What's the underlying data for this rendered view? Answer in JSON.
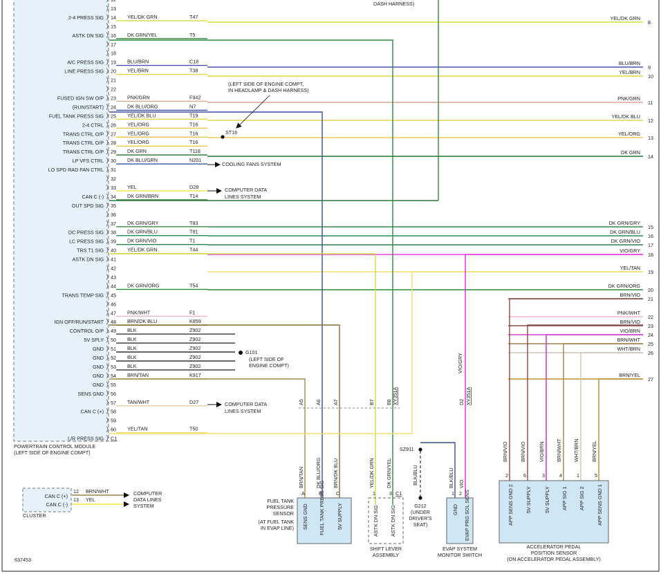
{
  "doc_id": "637453",
  "pcm": {
    "title": "POWERTRAIN CONTROL MODULE",
    "subtitle": "(LEFT SIDE OF ENGINE COMPT)",
    "top_note": "DASH HARNESS)"
  },
  "pcm_pins": [
    {
      "pin": "12",
      "sig": "",
      "color": "",
      "circuit": "",
      "wire": ""
    },
    {
      "pin": "13",
      "sig": "",
      "color": "",
      "circuit": "",
      "wire": ""
    },
    {
      "pin": "14",
      "sig": "2-4 PRESS SIG",
      "color": "YEL/DK GRN",
      "circuit": "T47",
      "wire": "#d4df3a"
    },
    {
      "pin": "15",
      "sig": "",
      "color": "",
      "circuit": "",
      "wire": ""
    },
    {
      "pin": "16",
      "sig": "ASTK DN SIG",
      "color": "DK GRN/YEL",
      "circuit": "T5",
      "wire": "#2e8a3c"
    },
    {
      "pin": "17",
      "sig": "",
      "color": "",
      "circuit": "",
      "wire": ""
    },
    {
      "pin": "18",
      "sig": "",
      "color": "",
      "circuit": "",
      "wire": ""
    },
    {
      "pin": "19",
      "sig": "A/C PRESS SIG",
      "color": "BLU/BRN",
      "circuit": "C18",
      "wire": "#4a4fb0"
    },
    {
      "pin": "20",
      "sig": "LINE PRESS SIG",
      "color": "YEL/BRN",
      "circuit": "T38",
      "wire": "#e8d640"
    },
    {
      "pin": "21",
      "sig": "",
      "color": "",
      "circuit": "",
      "wire": ""
    },
    {
      "pin": "22",
      "sig": "",
      "color": "",
      "circuit": "",
      "wire": ""
    },
    {
      "pin": "23",
      "sig": "FUSED IGN SW O/P",
      "color": "PNK/GRN",
      "circuit": "F942",
      "wire": "#d8a592"
    },
    {
      "pin": "24",
      "sig": "(RUN/START)",
      "color": "DK BLU/ORG",
      "circuit": "N7",
      "wire": "#3c4aa0"
    },
    {
      "pin": "25",
      "sig": "FUEL TANK PRESS SIG",
      "color": "YEL/DK BLU",
      "circuit": "T19",
      "wire": "#e0d94a"
    },
    {
      "pin": "26",
      "sig": "2-4 CTRL",
      "color": "YEL/ORG",
      "circuit": "T16",
      "wire": "#f2c94c"
    },
    {
      "pin": "27",
      "sig": "TRANS CTRL O/P",
      "color": "YEL/ORG",
      "circuit": "T16",
      "wire": "#f2c94c"
    },
    {
      "pin": "28",
      "sig": "TRANS CTRL O/P",
      "color": "YEL/ORG",
      "circuit": "T16",
      "wire": "#f2c94c"
    },
    {
      "pin": "29",
      "sig": "TRANS CTRL O/P",
      "color": "DK GRN",
      "circuit": "T118",
      "wire": "#1f7a2e"
    },
    {
      "pin": "30",
      "sig": "LP VFS CTRL",
      "color": "DK BLU/GRN",
      "circuit": "N201",
      "wire": "#2f5aa0"
    },
    {
      "pin": "31",
      "sig": "LO SPD RAD FAN CTRL",
      "color": "",
      "circuit": "",
      "wire": ""
    },
    {
      "pin": "32",
      "sig": "",
      "color": "",
      "circuit": "",
      "wire": ""
    },
    {
      "pin": "33",
      "sig": "",
      "color": "YEL",
      "circuit": "D28",
      "wire": "#f2e640"
    },
    {
      "pin": "34",
      "sig": "CAN C (-)",
      "color": "DK GRN/BRN",
      "circuit": "T14",
      "wire": "#2e7a36"
    },
    {
      "pin": "35",
      "sig": "OUT SPD SIG",
      "color": "",
      "circuit": "",
      "wire": ""
    },
    {
      "pin": "36",
      "sig": "",
      "color": "",
      "circuit": "",
      "wire": ""
    },
    {
      "pin": "37",
      "sig": "",
      "color": "DK GRN/GRY",
      "circuit": "T83",
      "wire": "#3a8a4a"
    },
    {
      "pin": "38",
      "sig": "DC PRESS SIG",
      "color": "DK GRN/BLU",
      "circuit": "T81",
      "wire": "#2a8a5a"
    },
    {
      "pin": "39",
      "sig": "LC PRESS SIG",
      "color": "DK GRN/VIO",
      "circuit": "T1",
      "wire": "#2e7a46"
    },
    {
      "pin": "40",
      "sig": "TRS T1 SIG",
      "color": "YEL/DK GRN",
      "circuit": "T44",
      "wire": "#cfd84a"
    },
    {
      "pin": "41",
      "sig": "ASTK DN SIG",
      "color": "",
      "circuit": "",
      "wire": ""
    },
    {
      "pin": "42",
      "sig": "",
      "color": "",
      "circuit": "",
      "wire": ""
    },
    {
      "pin": "43",
      "sig": "",
      "color": "",
      "circuit": "",
      "wire": ""
    },
    {
      "pin": "44",
      "sig": "",
      "color": "DK GRN/ORG",
      "circuit": "T54",
      "wire": "#2e8a36"
    },
    {
      "pin": "45",
      "sig": "TRANS TEMP SIG",
      "color": "",
      "circuit": "",
      "wire": ""
    },
    {
      "pin": "46",
      "sig": "",
      "color": "",
      "circuit": "",
      "wire": ""
    },
    {
      "pin": "47",
      "sig": "",
      "color": "PNK/WHT",
      "circuit": "F1",
      "wire": "#f2b8c6"
    },
    {
      "pin": "48",
      "sig": "IGN OFF/RUN/START",
      "color": "BRN/DK BLU",
      "circuit": "K859",
      "wire": "#8a6a3a"
    },
    {
      "pin": "49",
      "sig": "CONTROL O/P",
      "color": "BLK",
      "circuit": "Z902",
      "wire": "#333333"
    },
    {
      "pin": "50",
      "sig": "5V SPLY",
      "color": "BLK",
      "circuit": "Z902",
      "wire": "#333333"
    },
    {
      "pin": "51",
      "sig": "GND",
      "color": "BLK",
      "circuit": "Z902",
      "wire": "#333333"
    },
    {
      "pin": "52",
      "sig": "GND",
      "color": "BLK",
      "circuit": "Z902",
      "wire": "#333333"
    },
    {
      "pin": "53",
      "sig": "GND",
      "color": "BLK",
      "circuit": "Z902",
      "wire": "#333333"
    },
    {
      "pin": "54",
      "sig": "GND",
      "color": "BRN/TAN",
      "circuit": "K917",
      "wire": "#a88a4a"
    },
    {
      "pin": "55",
      "sig": "GND",
      "color": "",
      "circuit": "",
      "wire": ""
    },
    {
      "pin": "56",
      "sig": "SENS GND",
      "color": "",
      "circuit": "",
      "wire": ""
    },
    {
      "pin": "57",
      "sig": "",
      "color": "TAN/WHT",
      "circuit": "D27",
      "wire": "#e6c9a0"
    },
    {
      "pin": "58",
      "sig": "CAN C (+)",
      "color": "",
      "circuit": "",
      "wire": ""
    },
    {
      "pin": "59",
      "sig": "",
      "color": "",
      "circuit": "",
      "wire": ""
    },
    {
      "pin": "60",
      "sig": "",
      "color": "YEL/TAN",
      "circuit": "T50",
      "wire": "#f2e06a"
    },
    {
      "pin": "C1",
      "sig": "L/R PRESS SIG",
      "color": "",
      "circuit": "",
      "wire": ""
    }
  ],
  "right_connector": [
    {
      "num": "8",
      "label": "YEL/DK GRN"
    },
    {
      "num": "9",
      "label": "BLU/BRN"
    },
    {
      "num": "10",
      "label": "YEL/BRN"
    },
    {
      "num": "11",
      "label": "PNK/GRN"
    },
    {
      "num": "12",
      "label": "YEL/DK BLU"
    },
    {
      "num": "13",
      "label": "YEL/ORG"
    },
    {
      "num": "14",
      "label": "DK GRN"
    },
    {
      "num": "15",
      "label": "DK GRN/GRY"
    },
    {
      "num": "16",
      "label": "DK GRN/BLU"
    },
    {
      "num": "17",
      "label": "DK GRN/VIO"
    },
    {
      "num": "18",
      "label": "VIO/GRY"
    },
    {
      "num": "19",
      "label": "YEL/TAN"
    },
    {
      "num": "20",
      "label": "DK GRN/ORG"
    },
    {
      "num": "21",
      "label": "BRN/VIO"
    },
    {
      "num": "22",
      "label": "PNK/WHT"
    },
    {
      "num": "23",
      "label": "BRN/VIO"
    },
    {
      "num": "24",
      "label": "VIO/BRN"
    },
    {
      "num": "25",
      "label": "BRN/WHT"
    },
    {
      "num": "26",
      "label": "WHT/BRN"
    },
    {
      "num": "27",
      "label": "BRN/YEL"
    }
  ],
  "notes": {
    "headlamp_line1": "(LEFT SIDE OF ENGINE COMPT,",
    "headlamp_line2": "IN HEADLAMP & DASH HARNESS)",
    "splice": "ST16",
    "cooling": "COOLING FANS SYSTEM",
    "cdl_a_line1": "COMPUTER DATA",
    "cdl_a_line2": "LINES SYSTEM",
    "ground_id": "G101",
    "ground_line1": "(LEFT SIDE OF",
    "ground_line2": "ENGINE COMPT)",
    "cdl_b_line1": "COMPUTER DATA",
    "cdl_b_line2": "LINES SYSTEM"
  },
  "inline_connector": [
    "A5",
    "A6",
    "A7",
    "B7",
    "B8",
    "XY351A",
    "D2",
    "XY351A"
  ],
  "fuel_tank_sensor": {
    "wire_labels": [
      "BRN/TAN",
      "DK BLU/ORG",
      "BRN/DK BLU"
    ],
    "pin_letters": [
      "A",
      "B",
      "C"
    ],
    "pins": [
      "SENS GND",
      "FUEL TANK PRESS SIG",
      "5V SUPPLY"
    ],
    "name_lines": [
      "FUEL TANK",
      "PRESSURE",
      "SENSOR",
      "(AT FUEL TANK",
      "IN EVAP LINE)"
    ]
  },
  "shift_lever": {
    "wire_labels": [
      "YEL/DK GRN",
      "DK GRN/YEL"
    ],
    "pin_numbers": [
      "1",
      "3",
      "C1"
    ],
    "pins": [
      "ASTK DN SIG",
      "ASTK DN SIG"
    ],
    "name_lines": [
      "SHIFT LEVER",
      "ASSEMBLY"
    ]
  },
  "g212": {
    "splice": "SZ911",
    "wire_label": "BLK/BLU",
    "id": "G212",
    "lines": [
      "(UNDER",
      "DRIVER'S",
      "SEAT)"
    ]
  },
  "evap_switch": {
    "wire_labels": [
      "BLK/BLU",
      "VIO"
    ],
    "vert_label": "VIO/GRY",
    "pin_numbers": [
      "1",
      "2"
    ],
    "pins": [
      "GND",
      "EVAP PRG SOL SENS"
    ],
    "name_lines": [
      "EVAP SYSTEM",
      "MONITOR SWITCH"
    ]
  },
  "app_sensor": {
    "wire_labels": [
      "BRN/VIO",
      "BRN/VIO",
      "VIO/BRN",
      "BRN/WHT",
      "WHT/BRN",
      "BRN/YEL"
    ],
    "pin_numbers": [
      "2",
      "6",
      "3",
      "4",
      "1",
      "5"
    ],
    "pins": [
      "APP SENS GND 2",
      "5V SUPPLY",
      "5V SUPPLY",
      "APP SIG 1",
      "APP SIG 2",
      "APP SENS GND 1"
    ],
    "name_lines": [
      "ACCELERATOR PEDAL",
      "POSITION SENSOR",
      "(ON ACCELERATOR PEDAL ASSEMBLY)"
    ]
  },
  "cluster": {
    "name": "CLUSTER",
    "pins": [
      {
        "num": "12",
        "color": "BRN/WHT",
        "sig": "CAN C (+)"
      },
      {
        "num": "13",
        "color": "YEL",
        "sig": "CAN C (-)"
      }
    ],
    "dest_lines": [
      "COMPUTER",
      "DATA LINES",
      "SYSTEM"
    ]
  }
}
